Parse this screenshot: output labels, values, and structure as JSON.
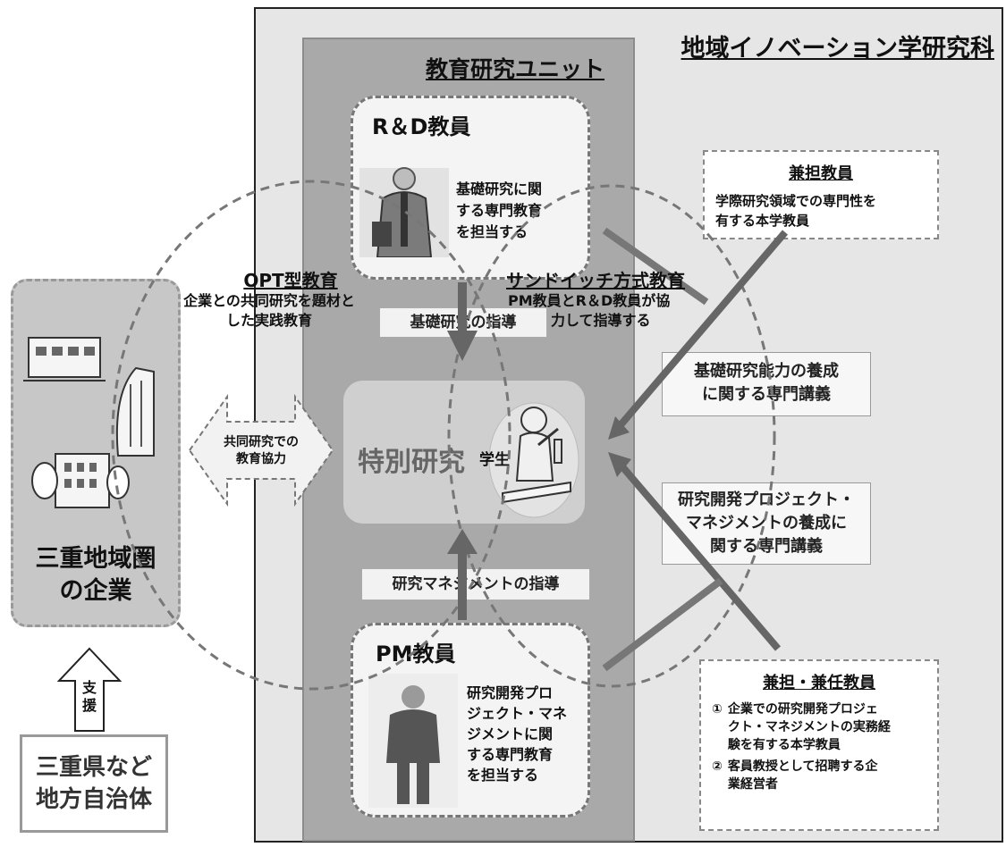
{
  "graduate_school": {
    "title": "地域イノベーション学研究科"
  },
  "unit": {
    "title": "教育研究ユニット"
  },
  "rd_faculty": {
    "title": "R＆D教員",
    "description": [
      "基礎研究に関",
      "する専門教育",
      "を担当する"
    ]
  },
  "pm_faculty": {
    "title": "PM教員",
    "description": [
      "研究開発プロ",
      "ジェクト・マネ",
      "ジメントに関",
      "する専門教育",
      "を担当する"
    ]
  },
  "special_research": {
    "label": "特別研究",
    "student_label": "学生"
  },
  "guidance": {
    "basic": "基礎研究の指導",
    "management": "研究マネジメントの指導"
  },
  "opt": {
    "title": "OPT型教育",
    "description": [
      "企業との共同研究を題材と",
      "した実践教育"
    ]
  },
  "sandwich": {
    "title": "サンドイッチ方式教育",
    "description": [
      "PM教員とR＆D教員が協",
      "力して指導する"
    ]
  },
  "joint_research": {
    "label": [
      "共同研究での",
      "教育協力"
    ]
  },
  "company": {
    "label": [
      "三重地域圏",
      "の企業"
    ]
  },
  "support": {
    "label": [
      "支",
      "援"
    ]
  },
  "government": {
    "label": [
      "三重県など",
      "地方自治体"
    ]
  },
  "concurrent_faculty": {
    "title": "兼担教員",
    "description": [
      "学際研究領域での専門性を",
      "有する本学教員"
    ]
  },
  "lecture_basic": {
    "label": [
      "基礎研究能力の養成",
      "に関する専門講義"
    ]
  },
  "lecture_pm": {
    "label": [
      "研究開発プロジェクト・",
      "マネジメントの養成に",
      "関する専門講義"
    ]
  },
  "concurrent_adjunct_faculty": {
    "title": "兼担・兼任教員",
    "items": [
      {
        "marker": "①",
        "lines": [
          "企業での研究開発プロジェ",
          "クト・マネジメントの実務経",
          "験を有する本学教員"
        ]
      },
      {
        "marker": "②",
        "lines": [
          "客員教授として招聘する企",
          "業経営者"
        ]
      }
    ]
  },
  "colors": {
    "outer_frame": "#e6e6e6",
    "unit_column": "#a9a9a9",
    "arrow": "#666666",
    "ellipse_stroke": "#777777"
  }
}
